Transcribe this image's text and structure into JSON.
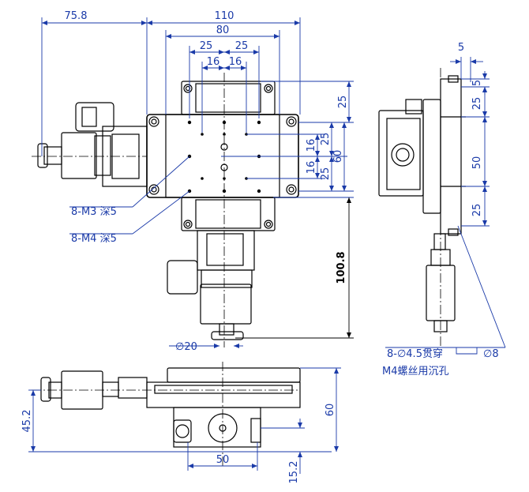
{
  "dims": {
    "d758": "75.8",
    "d110": "110",
    "d80": "80",
    "d25a": "25",
    "d25b": "25",
    "d16a": "16",
    "d16b": "16",
    "d25r1": "25",
    "d16r1": "16",
    "d25r2": "25",
    "d16r2": "16",
    "d60r": "60",
    "d25r3": "25",
    "d1008": "100.8",
    "dphi20": "∅20",
    "side5a": "5",
    "side5b": "5",
    "side25a": "25",
    "side50": "50",
    "side25b": "25",
    "bot452": "45.2",
    "bot60": "60",
    "bot50": "50",
    "bot152": "15.2"
  },
  "notes": {
    "m3": "8-M3 深5",
    "m4": "8-M4 深5",
    "hole": "8-∅4.5贯穿",
    "cbore": "∅8",
    "bolt": "M4螺丝用沉孔"
  },
  "colors": {
    "dimension": "#1a3aa8",
    "drawing": "#000000"
  }
}
